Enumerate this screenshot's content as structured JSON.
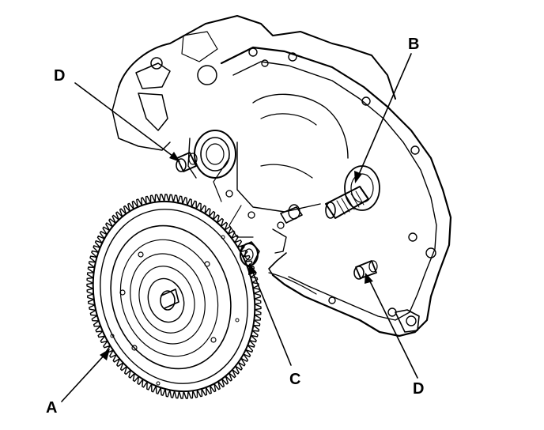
{
  "labels": {
    "a": "A",
    "b": "B",
    "c": "C",
    "d_top": "D",
    "d_bottom": "D"
  },
  "colors": {
    "ink": "#000000",
    "background": "#ffffff"
  }
}
